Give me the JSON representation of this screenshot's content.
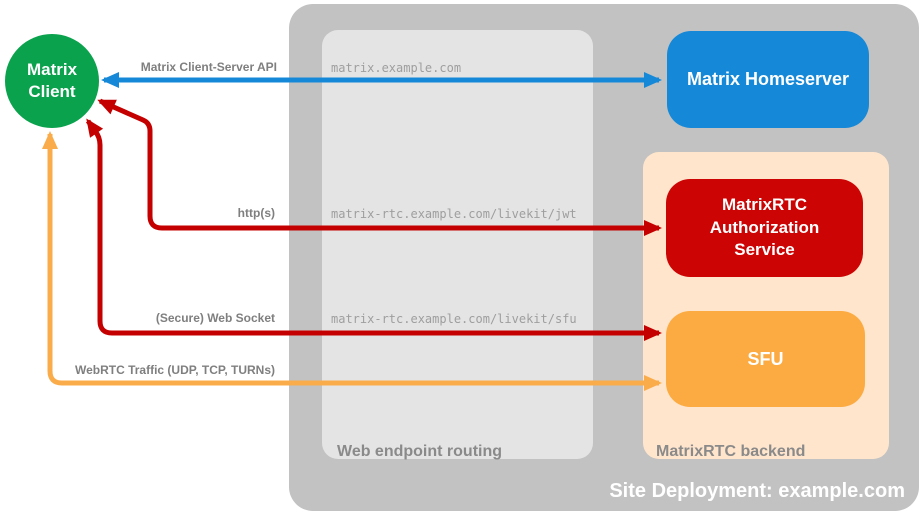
{
  "colors": {
    "client_green": "#0AA24C",
    "homeserver_blue": "#1588D8",
    "auth_red": "#CC0404",
    "sfu_orange": "#FCAB42",
    "backend_peach": "#FFE5CC",
    "site_gray": "#C2C2C2",
    "routing_gray": "#E4E4E4",
    "edge_label_gray": "#7F7F7F",
    "endpoint_text_gray": "#9E9E9E"
  },
  "nodes": {
    "matrix_client": {
      "label": "Matrix Client"
    },
    "matrix_homeserver": {
      "label": "Matrix Homeserver"
    },
    "matrixrtc_authorization_service": {
      "label": "MatrixRTC Authorization Service"
    },
    "sfu": {
      "label": "SFU"
    }
  },
  "containers": {
    "web_endpoint_routing": {
      "label": "Web endpoint routing"
    },
    "matrixrtc_backend": {
      "label": "MatrixRTC backend"
    },
    "site_deployment": {
      "label": "Site Deployment: example.com"
    }
  },
  "edges": [
    {
      "id": "matrix-client-server-api",
      "label": "Matrix Client-Server API",
      "endpoint": "matrix.example.com",
      "color": "#1588D8",
      "from": "Matrix Client",
      "to": "Matrix Homeserver",
      "bidirectional": true
    },
    {
      "id": "https",
      "label": "http(s)",
      "endpoint": "matrix-rtc.example.com/livekit/jwt",
      "color": "#C40000",
      "from": "Matrix Client",
      "to": "MatrixRTC Authorization Service",
      "bidirectional": true
    },
    {
      "id": "secure-web-socket",
      "label": "(Secure) Web Socket",
      "endpoint": "matrix-rtc.example.com/livekit/sfu",
      "color": "#C40000",
      "from": "Matrix Client",
      "to": "SFU",
      "bidirectional": true
    },
    {
      "id": "webrtc-traffic",
      "label": "WebRTC Traffic (UDP, TCP, TURNs)",
      "endpoint": "",
      "color": "#FBAC4A",
      "from": "Matrix Client",
      "to": "SFU",
      "bidirectional": true
    }
  ]
}
